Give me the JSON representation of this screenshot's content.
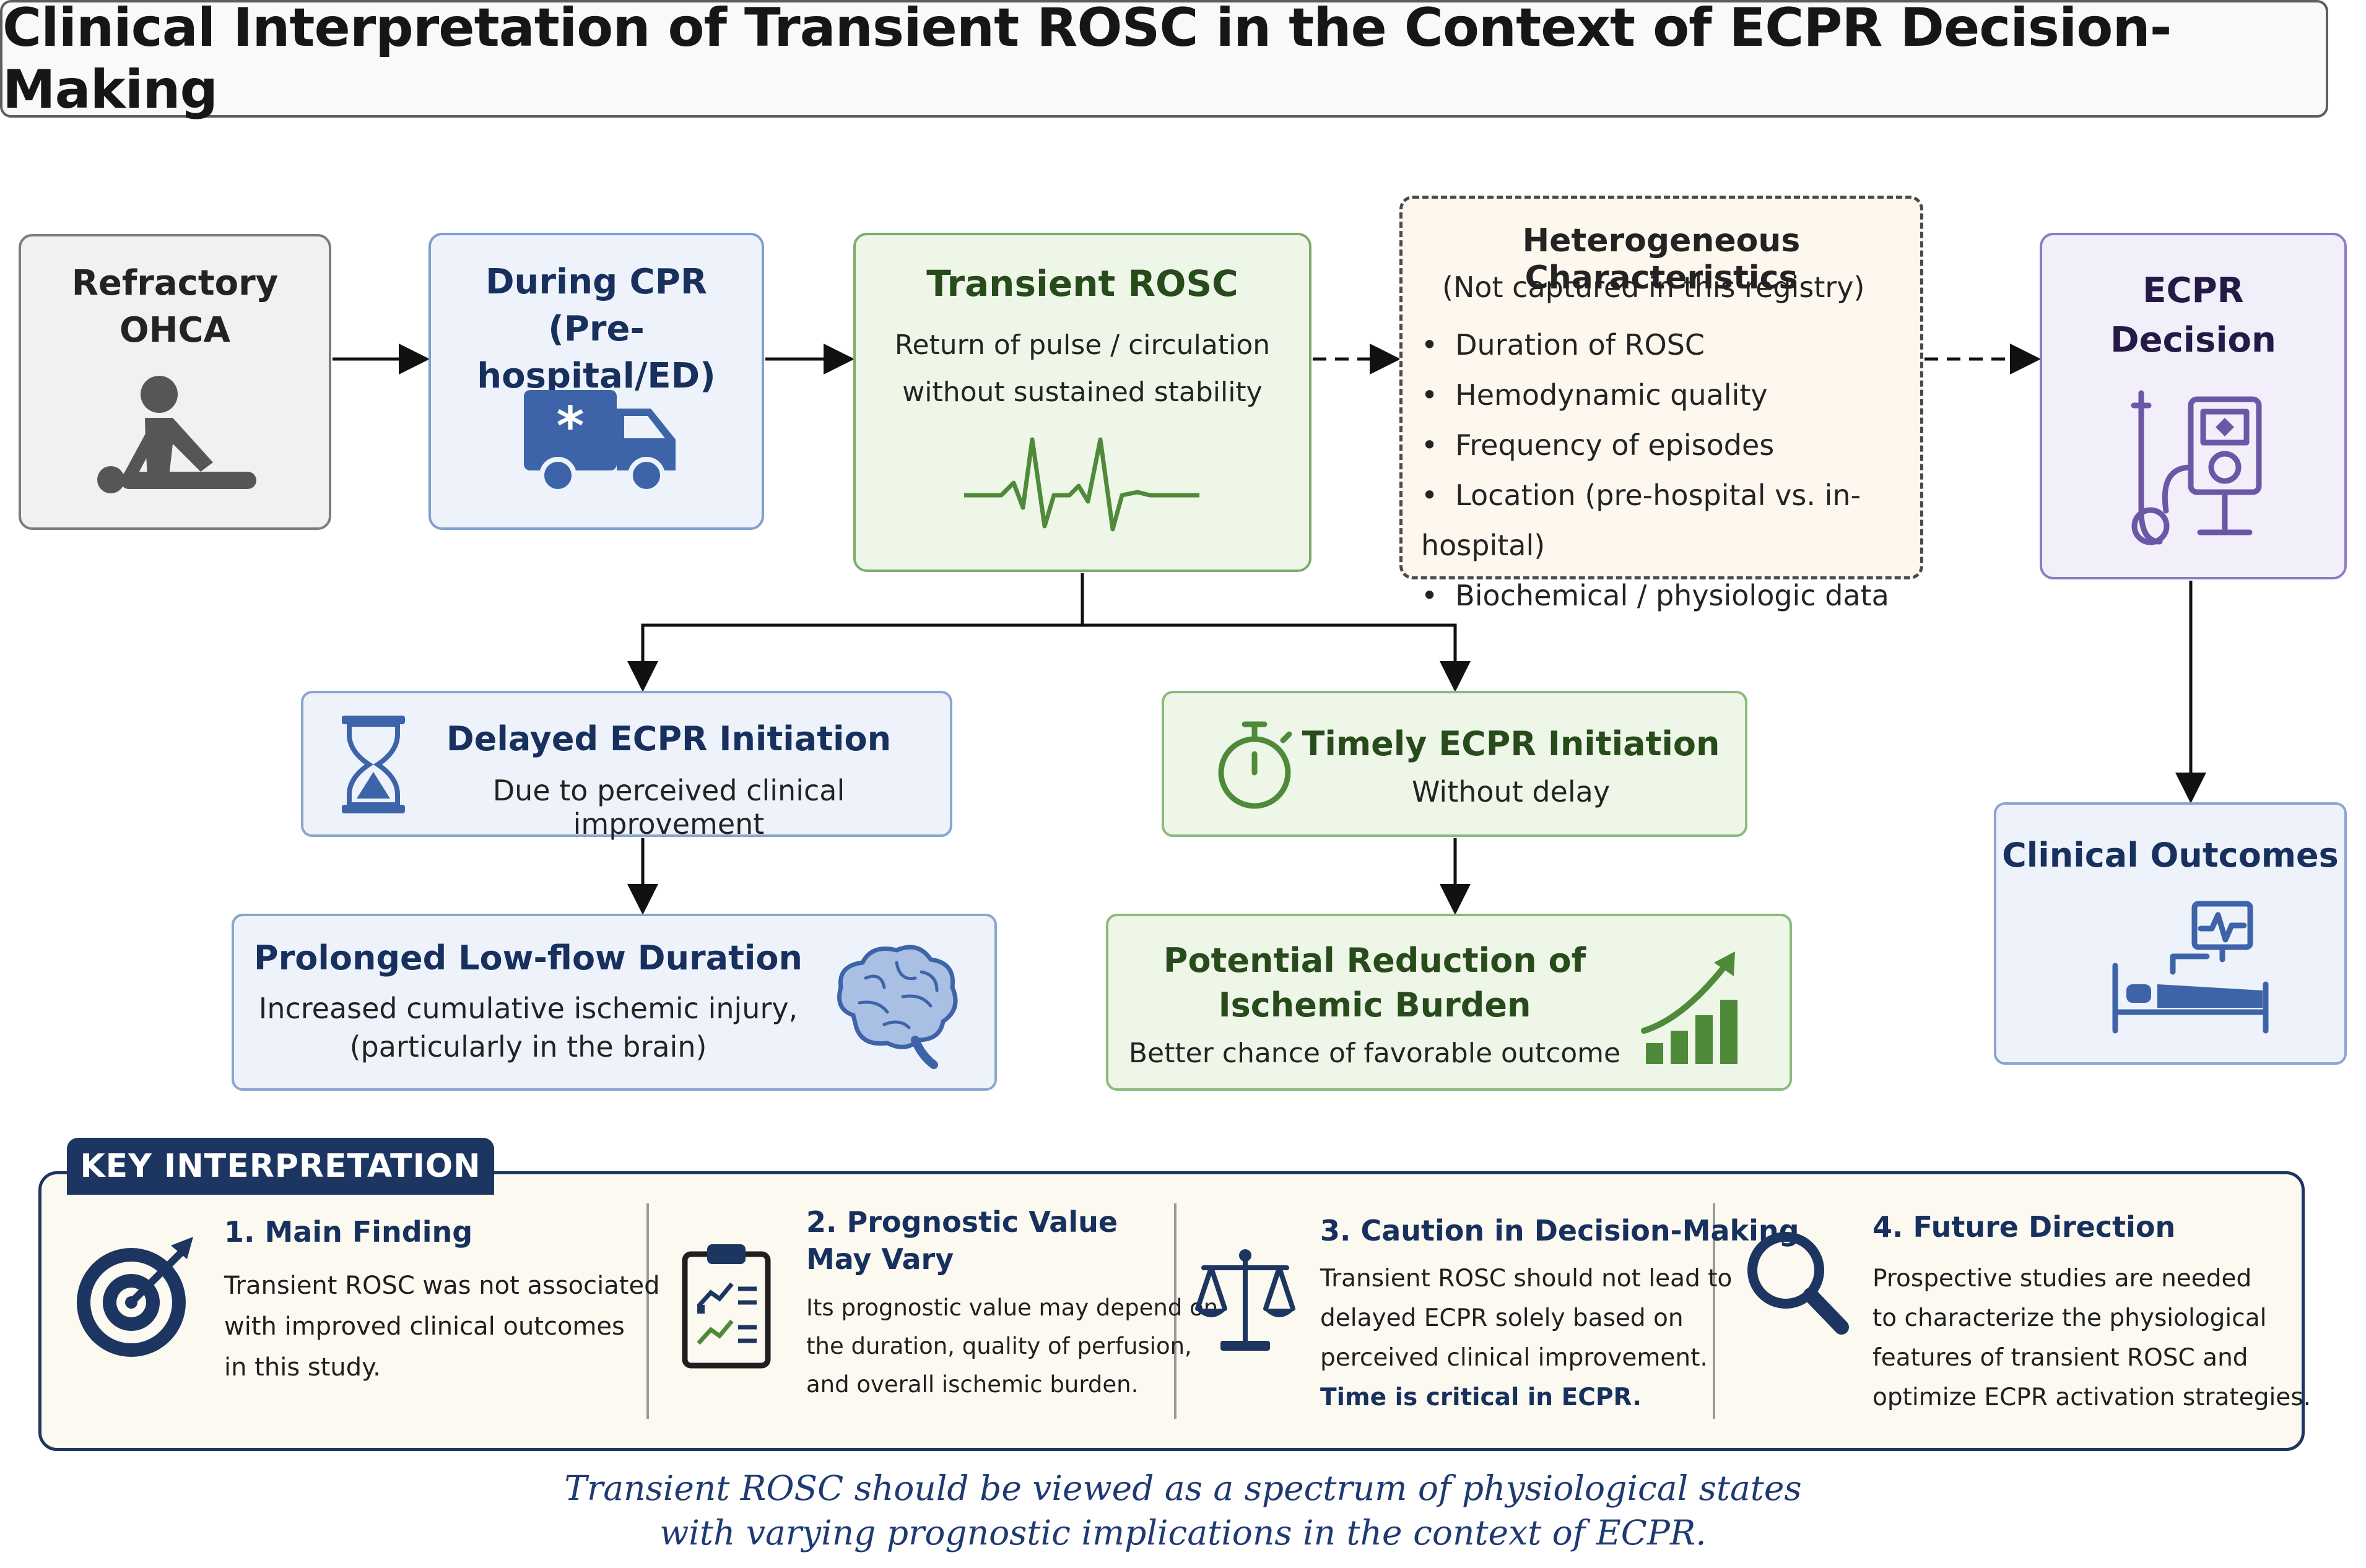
{
  "title": "Clinical Interpretation of Transient ROSC in the Context of ECPR Decision-Making",
  "nodes": {
    "ohca": {
      "line1": "Refractory",
      "line2": "OHCA",
      "icon": "cpr-person-icon"
    },
    "cpr": {
      "line1": "During CPR",
      "line2": "(Pre-hospital/ED)",
      "icon": "ambulance-icon"
    },
    "rosc": {
      "title": "Transient ROSC",
      "line1": "Return of pulse / circulation",
      "line2": "without sustained stability",
      "icon": "ecg-waveform-icon"
    },
    "hetero": {
      "title": "Heterogeneous Characteristics",
      "subtitle": "(Not captured in this registry)",
      "items": [
        "Duration of ROSC",
        "Hemodynamic quality",
        "Frequency of episodes",
        "Location (pre-hospital vs. in-hospital)",
        "Biochemical / physiologic data"
      ]
    },
    "ecpr": {
      "line1": "ECPR",
      "line2": "Decision",
      "icon": "ecmo-machine-icon"
    },
    "delayed": {
      "title": "Delayed ECPR Initiation",
      "desc": "Due to perceived clinical improvement",
      "icon": "hourglass-icon"
    },
    "timely": {
      "title": "Timely ECPR Initiation",
      "desc": "Without delay",
      "icon": "stopwatch-icon"
    },
    "prolonged": {
      "title": "Prolonged Low-flow Duration",
      "line1": "Increased cumulative ischemic injury,",
      "line2": "(particularly in the brain)",
      "icon": "brain-icon"
    },
    "reduction": {
      "line1": "Potential Reduction of",
      "line2": "Ischemic Burden",
      "desc": "Better chance of favorable outcome",
      "icon": "growth-chart-icon"
    },
    "outcomes": {
      "title": "Clinical Outcomes",
      "icon": "hospital-bed-icon"
    }
  },
  "key": {
    "label": "KEY INTERPRETATION",
    "items": [
      {
        "head": [
          "1. Main Finding"
        ],
        "body": [
          "Transient ROSC was not associated",
          "with improved clinical outcomes",
          "in this study."
        ],
        "icon": "target-icon"
      },
      {
        "head": [
          "2. Prognostic Value",
          "May Vary"
        ],
        "body": [
          "Its prognostic value may depend on",
          "the duration, quality of perfusion,",
          "and overall ischemic burden."
        ],
        "icon": "clipboard-chart-icon"
      },
      {
        "head": [
          "3. Caution in Decision-Making"
        ],
        "body": [
          "Transient ROSC should not lead to",
          "delayed ECPR solely based on",
          "perceived clinical improvement."
        ],
        "strong": "Time is critical in ECPR.",
        "icon": "scales-icon"
      },
      {
        "head": [
          "4. Future Direction"
        ],
        "body": [
          "Prospective studies are needed",
          "to characterize the physiological",
          "features of transient ROSC and",
          "optimize ECPR activation strategies."
        ],
        "icon": "magnifier-icon"
      }
    ]
  },
  "footer": {
    "line1": "Transient ROSC should be viewed as a spectrum of physiological states",
    "line2": "with varying prognostic implications in the context of ECPR."
  },
  "colors": {
    "navy": "#1d3561",
    "blue_border": "#7f9fcd",
    "green_border": "#7dac6c",
    "purple_border": "#8e7cbf",
    "icon_blue": "#3d64a8",
    "icon_green": "#4f8a3a",
    "icon_purple": "#6b57a6"
  }
}
